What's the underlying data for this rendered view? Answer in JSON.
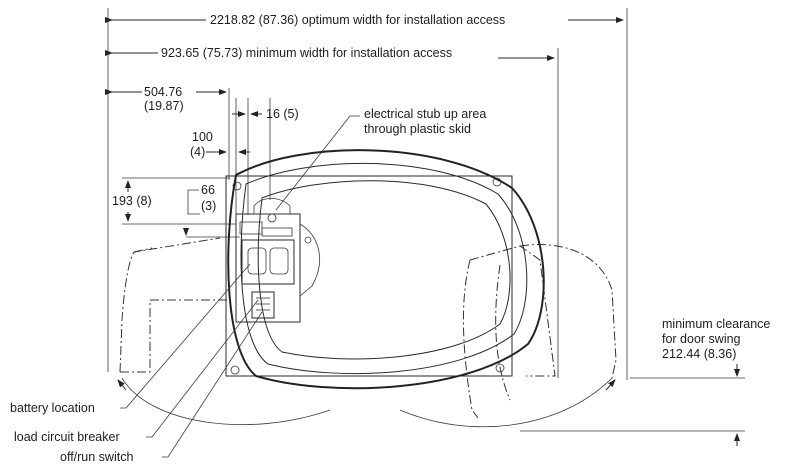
{
  "dimensions": {
    "optimum_width": "2218.82 (87.36) optimum width for installation access",
    "minimum_width": "923.65 (75.73) minimum width for installation access",
    "dim_504_a": "504.76",
    "dim_504_b": "(19.87)",
    "dim_16": "16 (5)",
    "dim_100_a": "100",
    "dim_100_b": "(4)",
    "dim_193": "193 (8)",
    "dim_66_a": "66",
    "dim_66_b": "(3)"
  },
  "callouts": {
    "stub_line1": "electrical stub up area",
    "stub_line2": "through plastic skid",
    "battery": "battery location",
    "breaker": "load circuit breaker",
    "switch": "off/run switch",
    "door_line1": "minimum clearance",
    "door_line2": "for door swing",
    "door_line3": "212.44 (8.36)"
  }
}
